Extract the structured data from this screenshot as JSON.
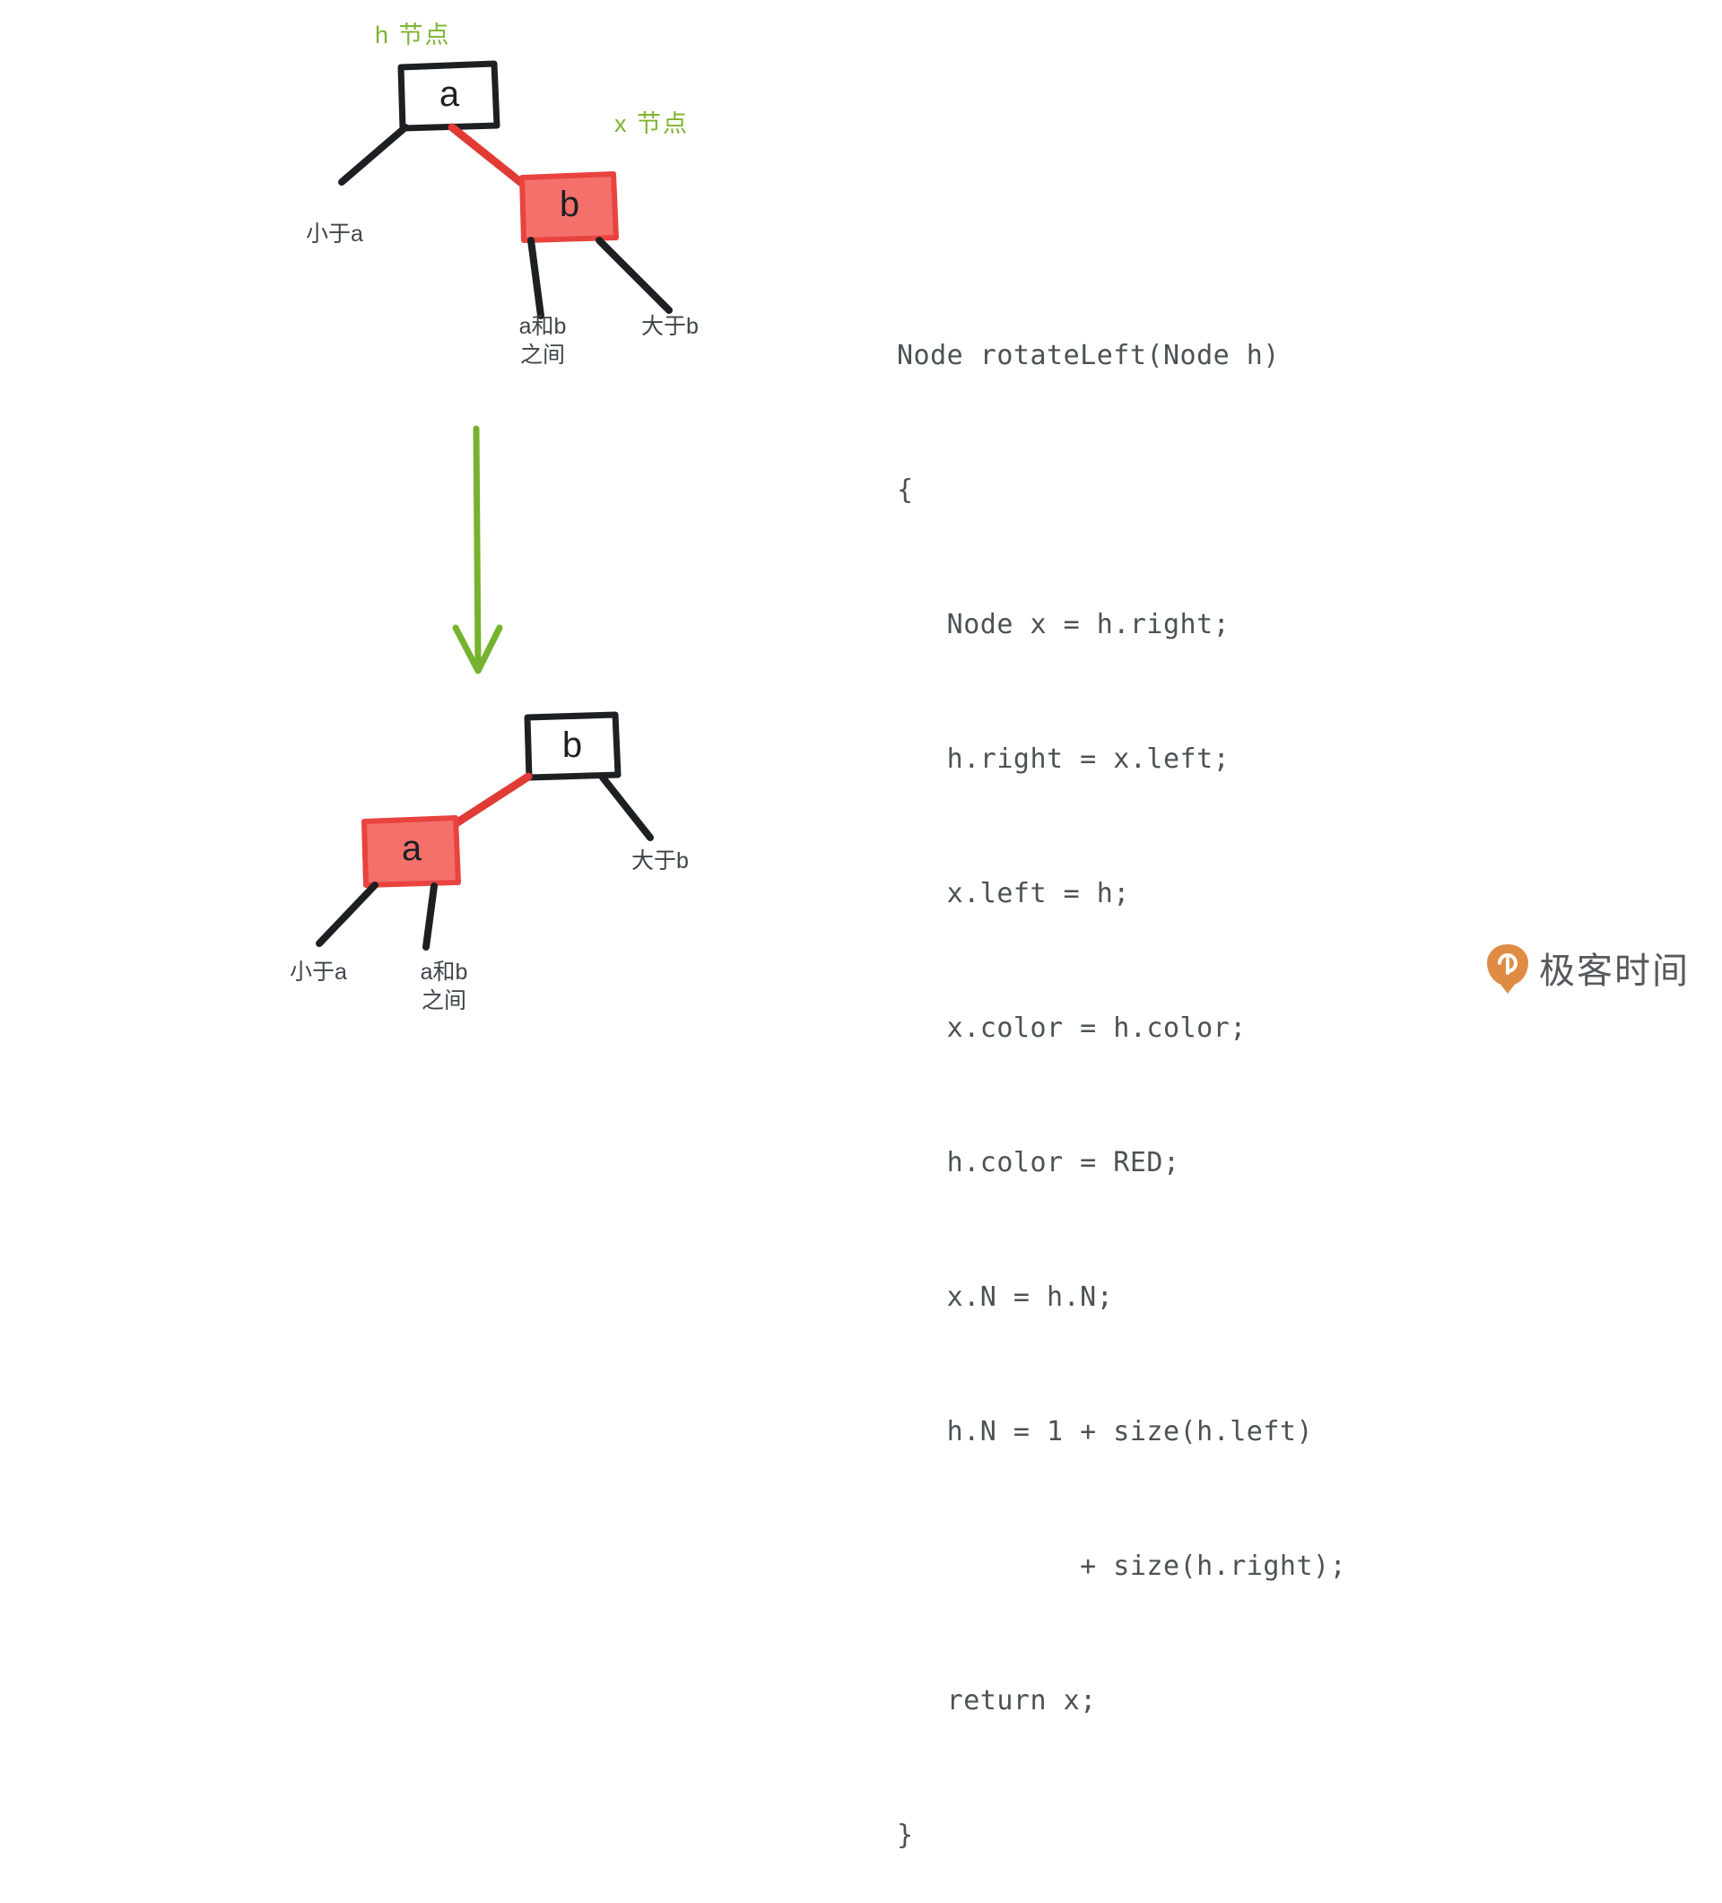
{
  "colors": {
    "red_fill": "#F4706B",
    "red_stroke": "#E8433F",
    "red_edge": "#E03B35",
    "green": "#7FB331",
    "ink": "#1D2023",
    "code_text": "#4B5255",
    "label_text": "#3E4549",
    "background": "#FFFFFF",
    "watermark_orange": "#E08B44"
  },
  "diagram": {
    "before": {
      "annotations": {
        "h_node": "h 节点",
        "x_node": "x 节点"
      },
      "nodes": [
        {
          "id": "a",
          "label": "a",
          "color": "black",
          "role": "h"
        },
        {
          "id": "b",
          "label": "b",
          "color": "red",
          "role": "x"
        }
      ],
      "edges": [
        {
          "from": "a",
          "to": "b",
          "color": "red",
          "side": "right"
        }
      ],
      "subtrees": [
        {
          "label": "小于a",
          "parent": "a",
          "side": "left"
        },
        {
          "label": "a和b\n之间",
          "parent": "b",
          "side": "left"
        },
        {
          "label": "大于b",
          "parent": "b",
          "side": "right"
        }
      ]
    },
    "arrow": {
      "direction": "down",
      "color": "#7FB331"
    },
    "after": {
      "nodes": [
        {
          "id": "b",
          "label": "b",
          "color": "black",
          "role": "x"
        },
        {
          "id": "a",
          "label": "a",
          "color": "red",
          "role": "h"
        }
      ],
      "edges": [
        {
          "from": "b",
          "to": "a",
          "color": "red",
          "side": "left"
        }
      ],
      "subtrees": [
        {
          "label": "小于a",
          "parent": "a",
          "side": "left"
        },
        {
          "label": "a和b\n之间",
          "parent": "a",
          "side": "right"
        },
        {
          "label": "大于b",
          "parent": "b",
          "side": "right"
        }
      ]
    }
  },
  "code": {
    "language": "java",
    "lines": [
      "Node rotateLeft(Node h)",
      "{",
      "   Node x = h.right;",
      "   h.right = x.left;",
      "   x.left = h;",
      "   x.color = h.color;",
      "   h.color = RED;",
      "   x.N = h.N;",
      "   h.N = 1 + size(h.left)",
      "           + size(h.right);",
      "   return x;",
      "}"
    ]
  },
  "watermark": {
    "text": "极客时间"
  }
}
